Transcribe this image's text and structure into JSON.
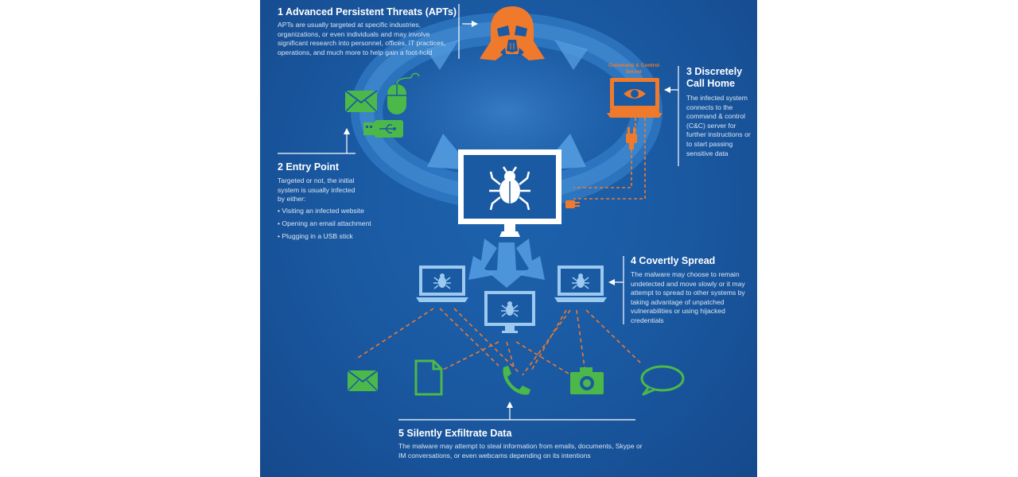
{
  "step1": {
    "title": "1 Advanced Persistent Threats (APTs)",
    "body": "APTs are usually targeted at specific industries, organizations, or even individuals and may involve significant research into personnel, offices, IT practices, operations, and much more to help gain a foot-hold"
  },
  "step2": {
    "title": "2 Entry Point",
    "body": "Targeted or not, the initial system is usually infected by either:",
    "bullets": [
      "Visiting an infected website",
      "Opening an email attachment",
      "Plugging in a USB stick"
    ]
  },
  "step3": {
    "title_line1": "3 Discretely",
    "title_line2": "Call Home",
    "body": "The infected system connects to the command & control (C&C) server for further instructions or to start passing sensitive data",
    "server_label": "Command & Control Server"
  },
  "step4": {
    "title": "4 Covertly Spread",
    "body": "The malware may choose to remain undetected and move slowly or it may attempt to spread to other systems by taking advantage of unpatched vulnerabilities or using hijacked credentials"
  },
  "step5": {
    "title": "5 Silently Exfiltrate Data",
    "body": "The malware may attempt to steal information from emails, documents, Skype or IM conversations, or even webcams depending on its intentions"
  },
  "icons": [
    "darth-vader-helmet-icon",
    "email-icon",
    "mouse-icon",
    "usb-stick-icon",
    "laptop-eye-icon",
    "plug-icon",
    "monitor-bug-icon",
    "laptop-bug-icon",
    "document-icon",
    "phone-icon",
    "camera-icon",
    "chat-bubble-icon"
  ],
  "colors": {
    "background": "#1a5aa3",
    "accent_orange": "#f07a2c",
    "accent_green": "#4cb84a",
    "device_blue": "#9cc9ef",
    "text": "#ffffff"
  }
}
